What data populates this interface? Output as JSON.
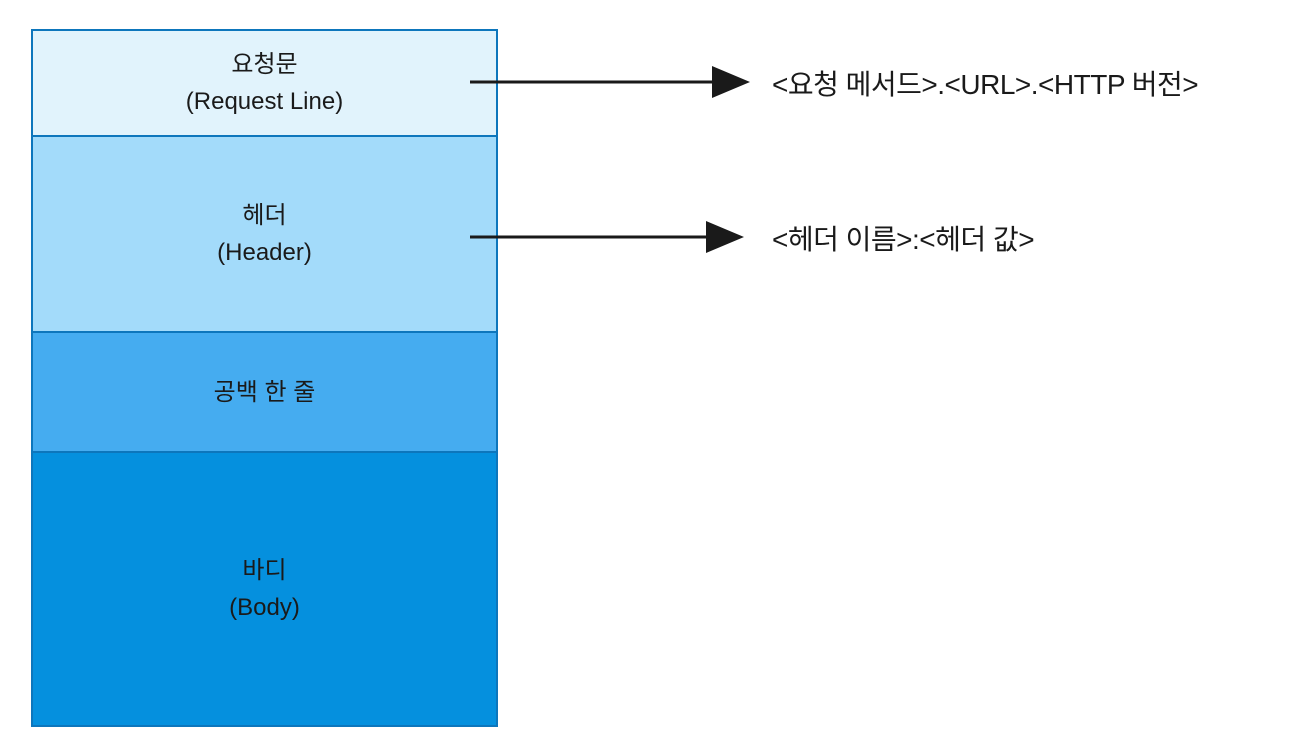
{
  "stack": {
    "border_color": "#0D76BC",
    "text_color": "#1A1A1A",
    "sections": [
      {
        "id": "request-line",
        "title": "요청문",
        "subtitle": "(Request Line)",
        "bg": "#E1F3FC"
      },
      {
        "id": "header",
        "title": "헤더",
        "subtitle": "(Header)",
        "bg": "#A3DBFA"
      },
      {
        "id": "blank-line",
        "title": "공백 한 줄",
        "bg": "#45ACF0"
      },
      {
        "id": "body",
        "title": "바디",
        "subtitle": "(Body)",
        "bg": "#0590DE"
      }
    ]
  },
  "annotations": [
    {
      "for": "request-line",
      "text": "<요청 메서드>.<URL>.<HTTP 버전>"
    },
    {
      "for": "header",
      "text": "<헤더 이름>:<헤더 값>"
    }
  ],
  "arrow_color": "#1A1A1A"
}
